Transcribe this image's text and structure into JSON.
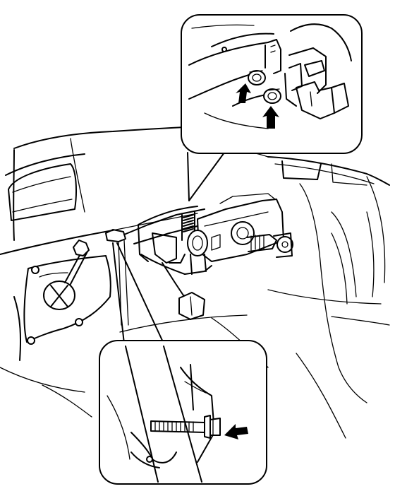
{
  "figure": {
    "background": "#ffffff",
    "line_color": "#000000",
    "views": [
      {
        "name": "overview",
        "content": "steering-column-under-dashboard"
      },
      {
        "name": "detail-upper",
        "content": "column-mounting-bracket-nuts",
        "arrows": 2
      },
      {
        "name": "detail-lower",
        "content": "column-bolt-with-washer",
        "arrows": 1
      }
    ],
    "icons": [
      "arrow-pointer-icon"
    ]
  }
}
